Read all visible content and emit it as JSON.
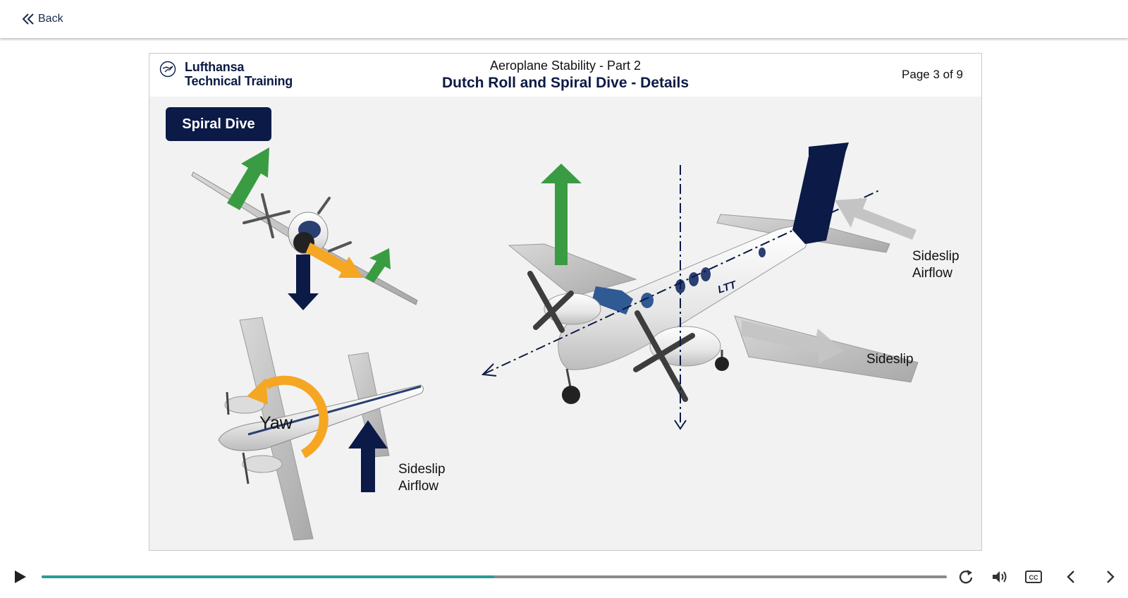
{
  "nav": {
    "back_label": "Back"
  },
  "slide": {
    "brand_line1": "Lufthansa",
    "brand_line2": "Technical Training",
    "subtitle": "Aeroplane Stability - Part 2",
    "title": "Dutch Roll and Spiral Dive - Details",
    "page_indicator": "Page 3 of 9",
    "badge": "Spiral Dive",
    "labels": {
      "yaw": "Yaw",
      "sideslip_airflow_bottom_1": "Sideslip",
      "sideslip_airflow_bottom_2": "Airflow",
      "sideslip_airflow_right_1": "Sideslip",
      "sideslip_airflow_right_2": "Airflow",
      "sideslip": "Sideslip",
      "tail_marking": "LTT"
    }
  },
  "player": {
    "progress_fraction": 0.5
  },
  "colors": {
    "navy": "#0b1a46",
    "green": "#3a9c42",
    "orange": "#f5a623",
    "teal": "#2a9d95",
    "grey_arrow": "#c4c4c4"
  },
  "icons": [
    "back-chevron-icon",
    "play-icon",
    "replay-icon",
    "volume-icon",
    "closed-captions-icon",
    "previous-icon",
    "next-icon"
  ]
}
